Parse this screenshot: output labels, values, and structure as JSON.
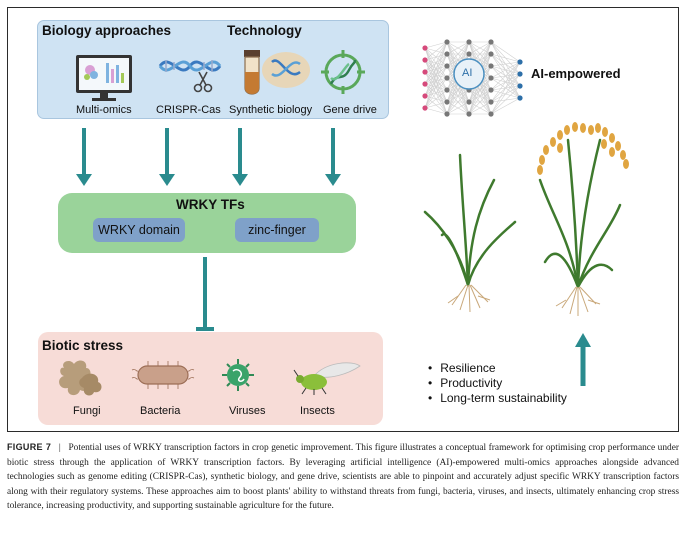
{
  "panels": {
    "biology_approaches": "Biology approaches",
    "technology": "Technology",
    "wrky": "WRKY TFs",
    "biotic_stress": "Biotic stress"
  },
  "tech_items": [
    "Multi-omics",
    "CRISPR-Cas",
    "Synthetic biology",
    "Gene drive"
  ],
  "wrky_parts": [
    "WRKY domain",
    "zinc-finger"
  ],
  "stress_items": [
    "Fungi",
    "Bacteria",
    "Viruses",
    "Insects"
  ],
  "ai": {
    "node_label": "AI",
    "label": "AI-empowered"
  },
  "outcomes": [
    "Resilience",
    "Productivity",
    "Long-term sustainability"
  ],
  "caption": {
    "figure": "FIGURE 7",
    "separator": "|",
    "text": "Potential uses of WRKY transcription factors in crop genetic improvement. This figure illustrates a conceptual framework for optimising crop performance under biotic stress through the application of WRKY transcription factors. By leveraging artificial intelligence (AI)-empowered multi-omics approaches alongside advanced technologies such as genome editing (CRISPR-Cas), synthetic biology, and gene drive, scientists are able to pinpoint and accurately adjust specific WRKY transcription factors along with their regulatory systems. These approaches aim to boost plants' ability to withstand threats from fungi, bacteria, viruses, and insects, ultimately enhancing crop stress tolerance, increasing productivity, and supporting sustainable agriculture for the future."
  },
  "colors": {
    "arrow": "#2a8b8e",
    "blue_panel": "#cfe3f3",
    "green_panel": "#9ad39a",
    "pink_panel": "#f7dcd7",
    "pill": "#7fa1c9"
  }
}
